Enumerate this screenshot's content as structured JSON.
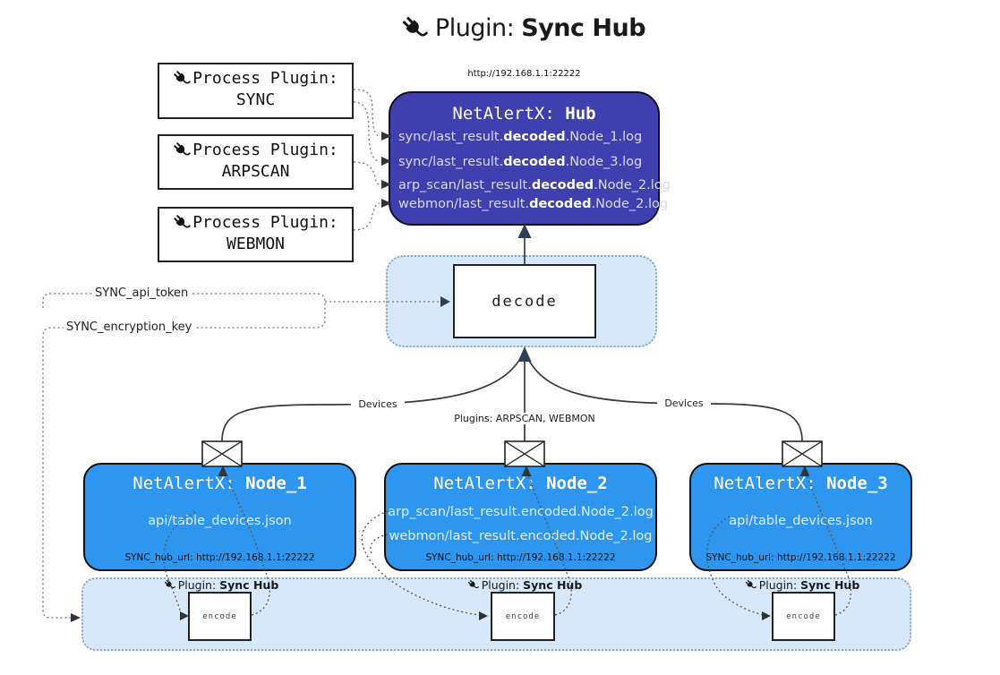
{
  "title": {
    "prefix": "Plugin: ",
    "bold": "Sync Hub"
  },
  "process_plugins": {
    "label": "Process Plugin:",
    "items": [
      {
        "name": "SYNC"
      },
      {
        "name": "ARPSCAN"
      },
      {
        "name": "WEBMON"
      }
    ]
  },
  "hub": {
    "url": "http://192.168.1.1:22222",
    "title_prefix": "NetAlertX: ",
    "title_bold": "Hub",
    "lines": [
      {
        "pre": "sync/last_result.",
        "bold": "decoded",
        "post": ".Node_1.log"
      },
      {
        "pre": "sync/last_result.",
        "bold": "decoded",
        "post": ".Node_3.log"
      },
      {
        "pre": "arp_scan/last_result.",
        "bold": "decoded",
        "post": ".Node_2.log"
      },
      {
        "pre": "webmon/last_result.",
        "bold": "decoded",
        "post": ".Node_2.log"
      }
    ]
  },
  "decode": {
    "label": "decode"
  },
  "settings": {
    "api_token": "SYNC_api_token",
    "encryption_key": "SYNC_encryption_key"
  },
  "edges": {
    "devices_left": "Devices",
    "devices_right": "Devices",
    "plugins_mid": "Plugins: ARPSCAN, WEBMON"
  },
  "nodes": [
    {
      "title_prefix": "NetAlertX: ",
      "title_bold": "Node_1",
      "line1": "api/table_devices.json",
      "hub_url": "SYNC_hub_url: http://192.168.1.1:22222"
    },
    {
      "title_prefix": "NetAlertX: ",
      "title_bold": "Node_2",
      "line1": "arp_scan/last_result.encoded.Node_2.log",
      "line2": "webmon/last_result.encoded.Node_2.log",
      "hub_url": "SYNC_hub_url: http://192.168.1.1:22222"
    },
    {
      "title_prefix": "NetAlertX: ",
      "title_bold": "Node_3",
      "line1": "api/table_devices.json",
      "hub_url": "SYNC_hub_url: http://192.168.1.1:22222"
    }
  ],
  "encode": {
    "label_prefix": "Plugin: ",
    "label_bold": "Sync Hub",
    "box": "encode"
  },
  "colors": {
    "hub_fill": "#3f3fb0",
    "node_fill": "#2e96ee",
    "panel_fill": "#d7e8fa",
    "panel_border": "#7ba7cc",
    "bottom_border": "#9aa7b5",
    "arrow_dark": "#2e4057",
    "line": "#3a3a3a",
    "dotted": "#777777"
  }
}
